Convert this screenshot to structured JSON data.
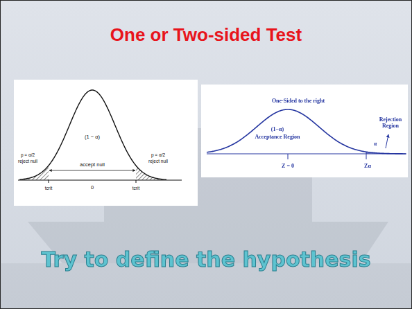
{
  "diagram": {
    "title": "One or Two-sided Test",
    "labels": [
      "p = α/2",
      "reject null",
      "(1 − α)",
      "accept null",
      "p = α/2",
      "reject null",
      "tcrit",
      "0",
      "tcrit",
      "One-Sided to the right",
      "(1−α)",
      "Acceptance Region",
      "Rejection Region",
      "α",
      "Z = 0",
      "Zα",
      "Try to define the hypothesis"
    ]
  }
}
